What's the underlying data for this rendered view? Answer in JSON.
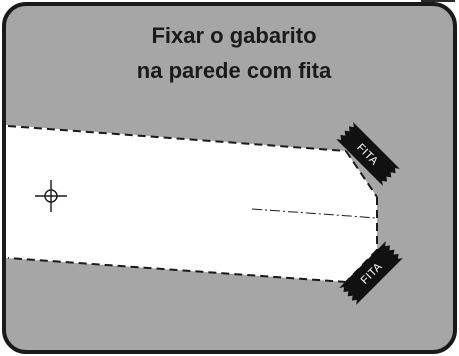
{
  "title": {
    "line1": "Fixar o gabarito",
    "line2": "na parede com fita"
  },
  "tapes": [
    {
      "label": "FITA"
    },
    {
      "label": "FITA"
    }
  ],
  "icons": {
    "crosshair": "crosshair-icon"
  },
  "colors": {
    "wall": "#a6a6a6",
    "template": "#ffffff",
    "border": "#1a1a1a",
    "tape": "#111111",
    "topbar": "#2a2a2a"
  }
}
